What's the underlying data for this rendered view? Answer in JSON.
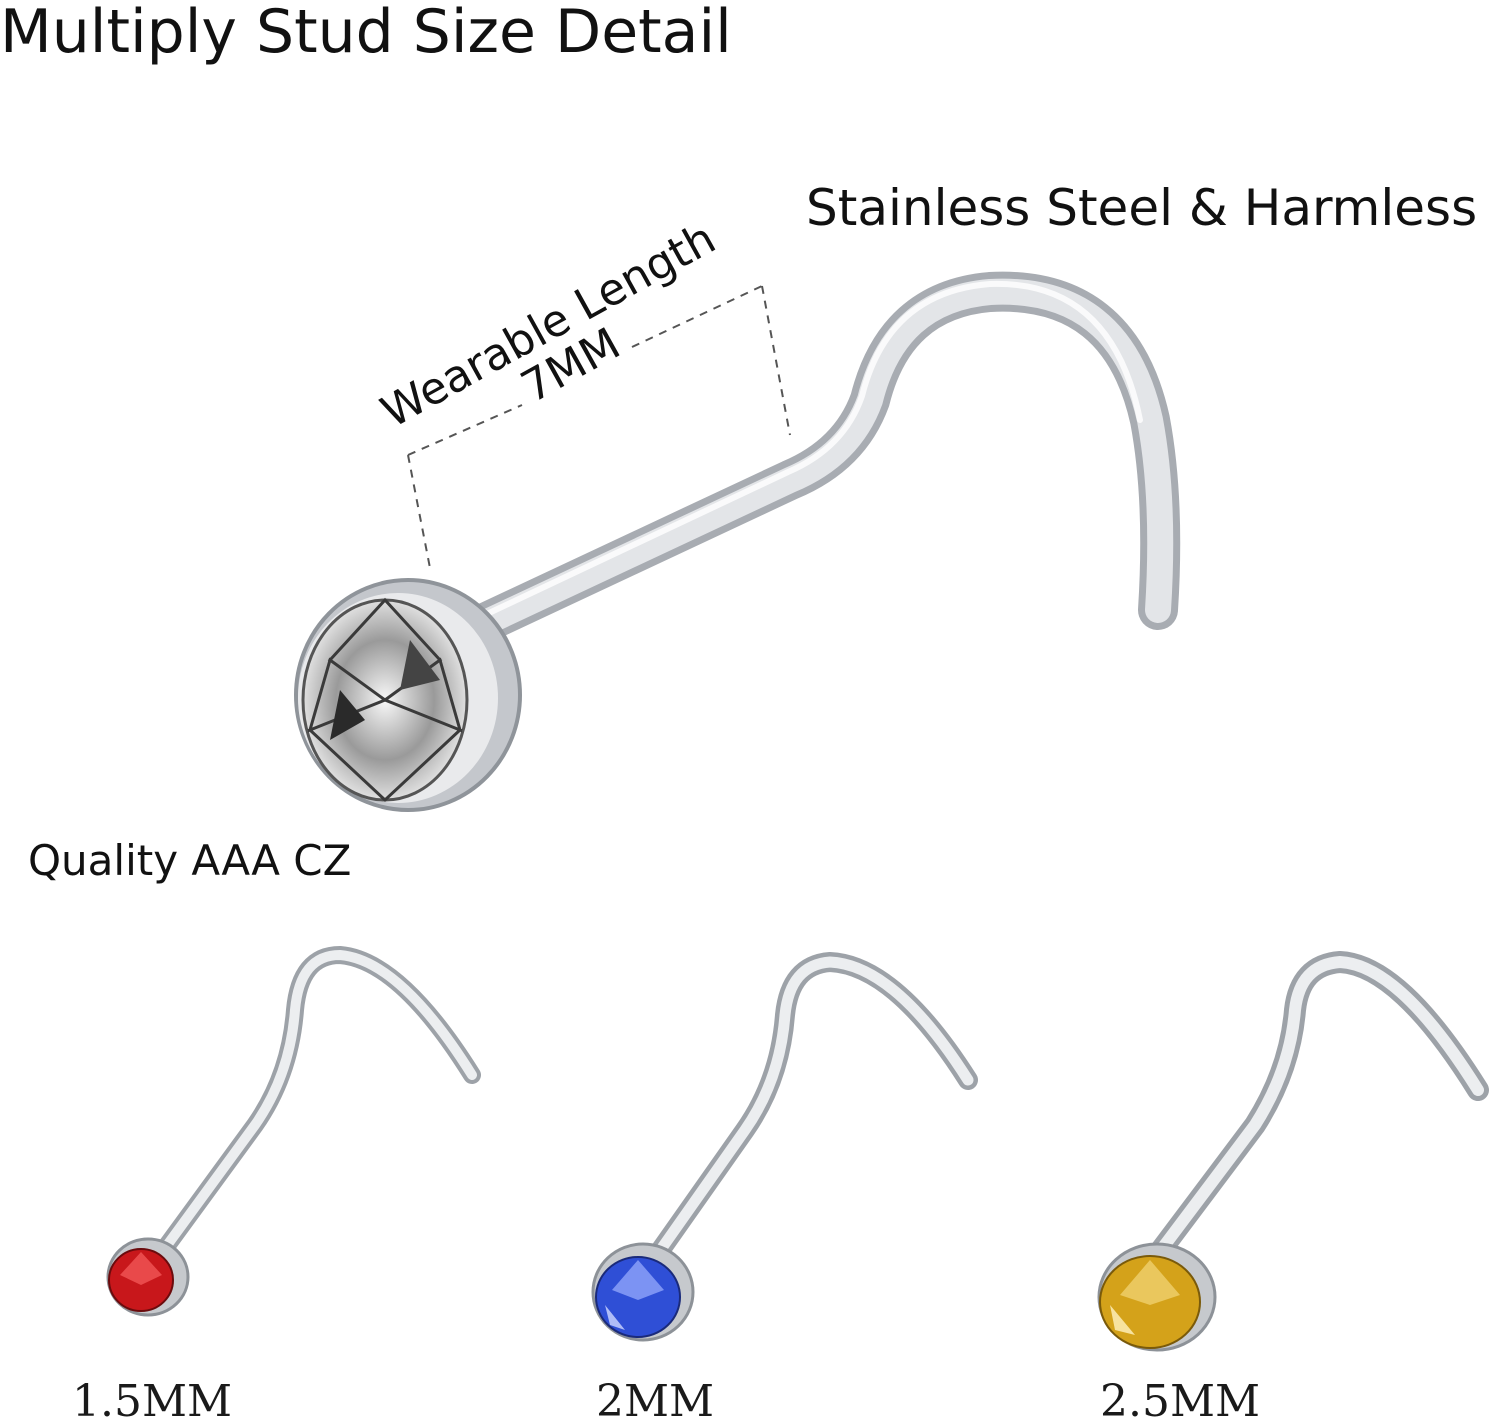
{
  "title": "Multiply Stud Size Detail",
  "material_label": "Stainless Steel & Harmless",
  "wearable": {
    "label": "Wearable Length",
    "value": "7MM"
  },
  "quality_label": "Quality AAA CZ",
  "sizes": [
    {
      "label": "1.5MM",
      "gem_color": "#c8171b"
    },
    {
      "label": "2MM",
      "gem_color": "#2f4fd6"
    },
    {
      "label": "2.5MM",
      "gem_color": "#d4a21a"
    }
  ],
  "colors": {
    "steel": "#cfd2d6",
    "text": "#111111"
  }
}
